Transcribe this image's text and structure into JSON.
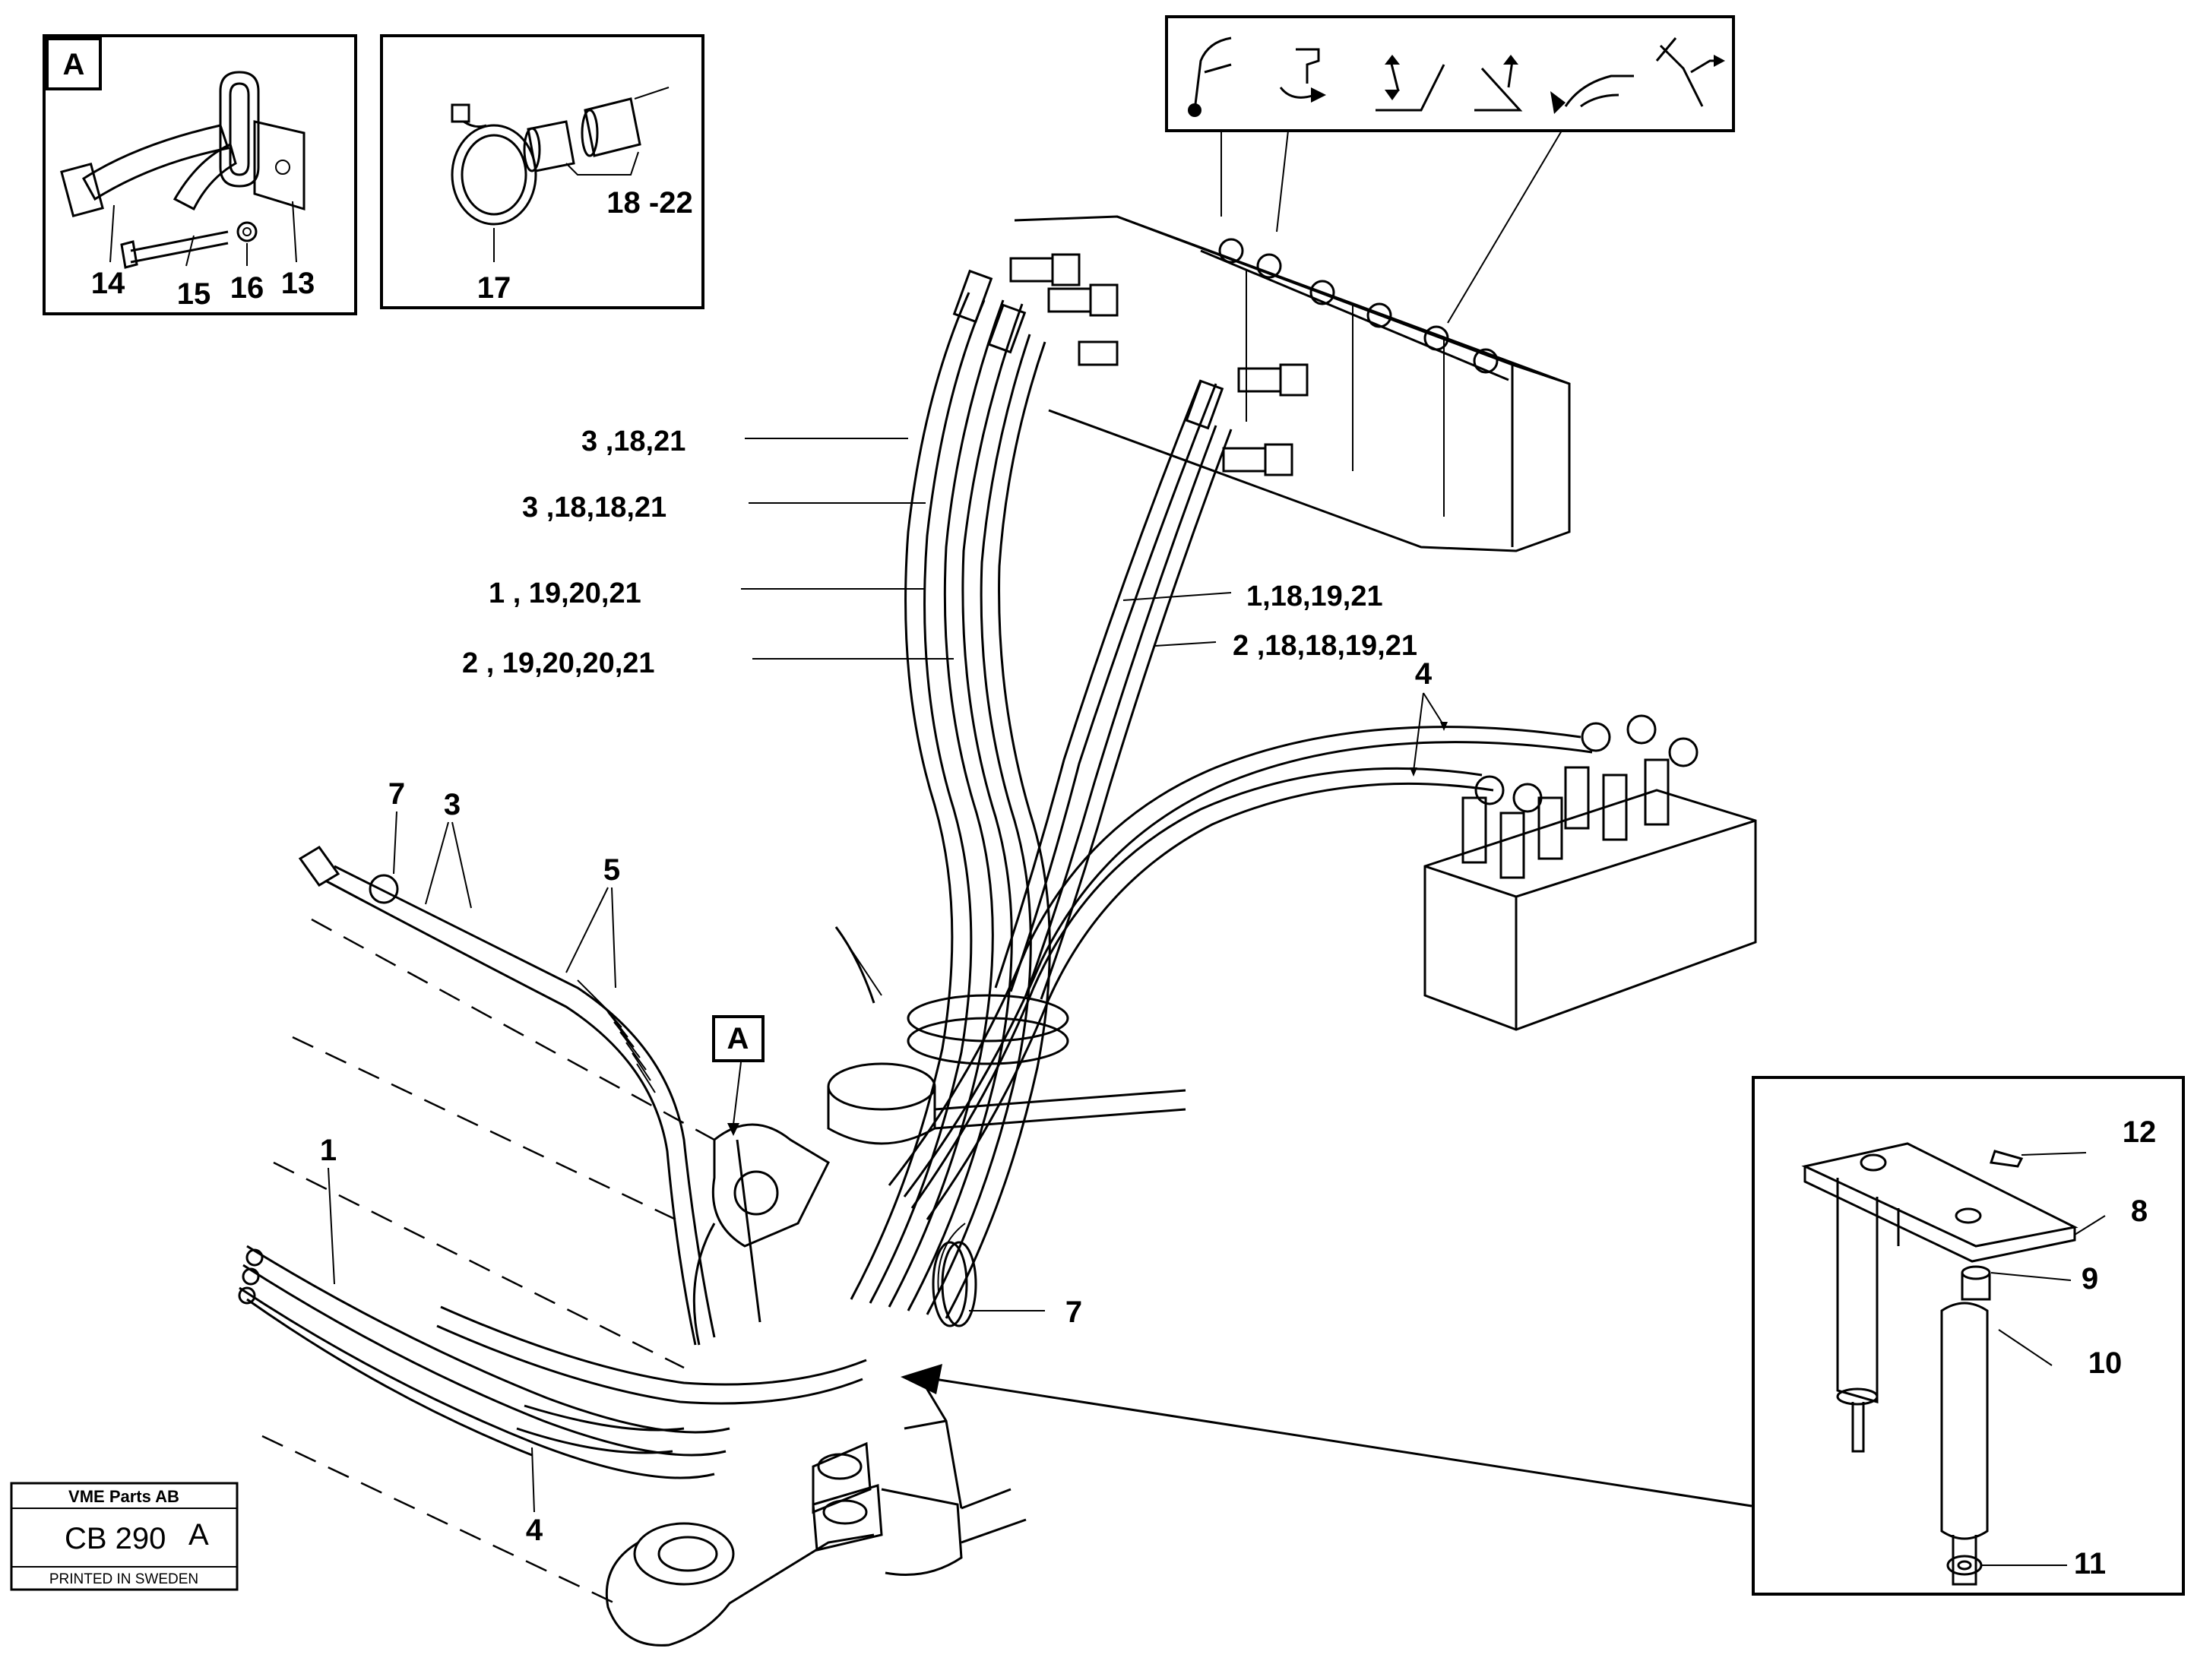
{
  "callouts": {
    "inset_a_tag": "A",
    "inset_a": [
      "14",
      "15",
      "16",
      "13"
    ],
    "inset_b": [
      "17",
      "18 -22"
    ],
    "hoses_left": [
      "3 ,18,21",
      "3 ,18,18,21",
      "1 ,   19,20,21",
      "2 , 19,20,20,21"
    ],
    "hoses_right": [
      "1,18,19,21",
      "2 ,18,18,19,21"
    ],
    "valve_group": "4",
    "left_group": [
      "7",
      "3",
      "5"
    ],
    "section_a_tag": "A",
    "bottom": [
      "1",
      "4",
      "7"
    ],
    "inset_c": [
      "12",
      "8",
      "9",
      "10",
      "11"
    ]
  },
  "stamp": {
    "company": "VME Parts AB",
    "code": "CB 290",
    "revision": "A",
    "footer": "PRINTED IN SWEDEN"
  }
}
